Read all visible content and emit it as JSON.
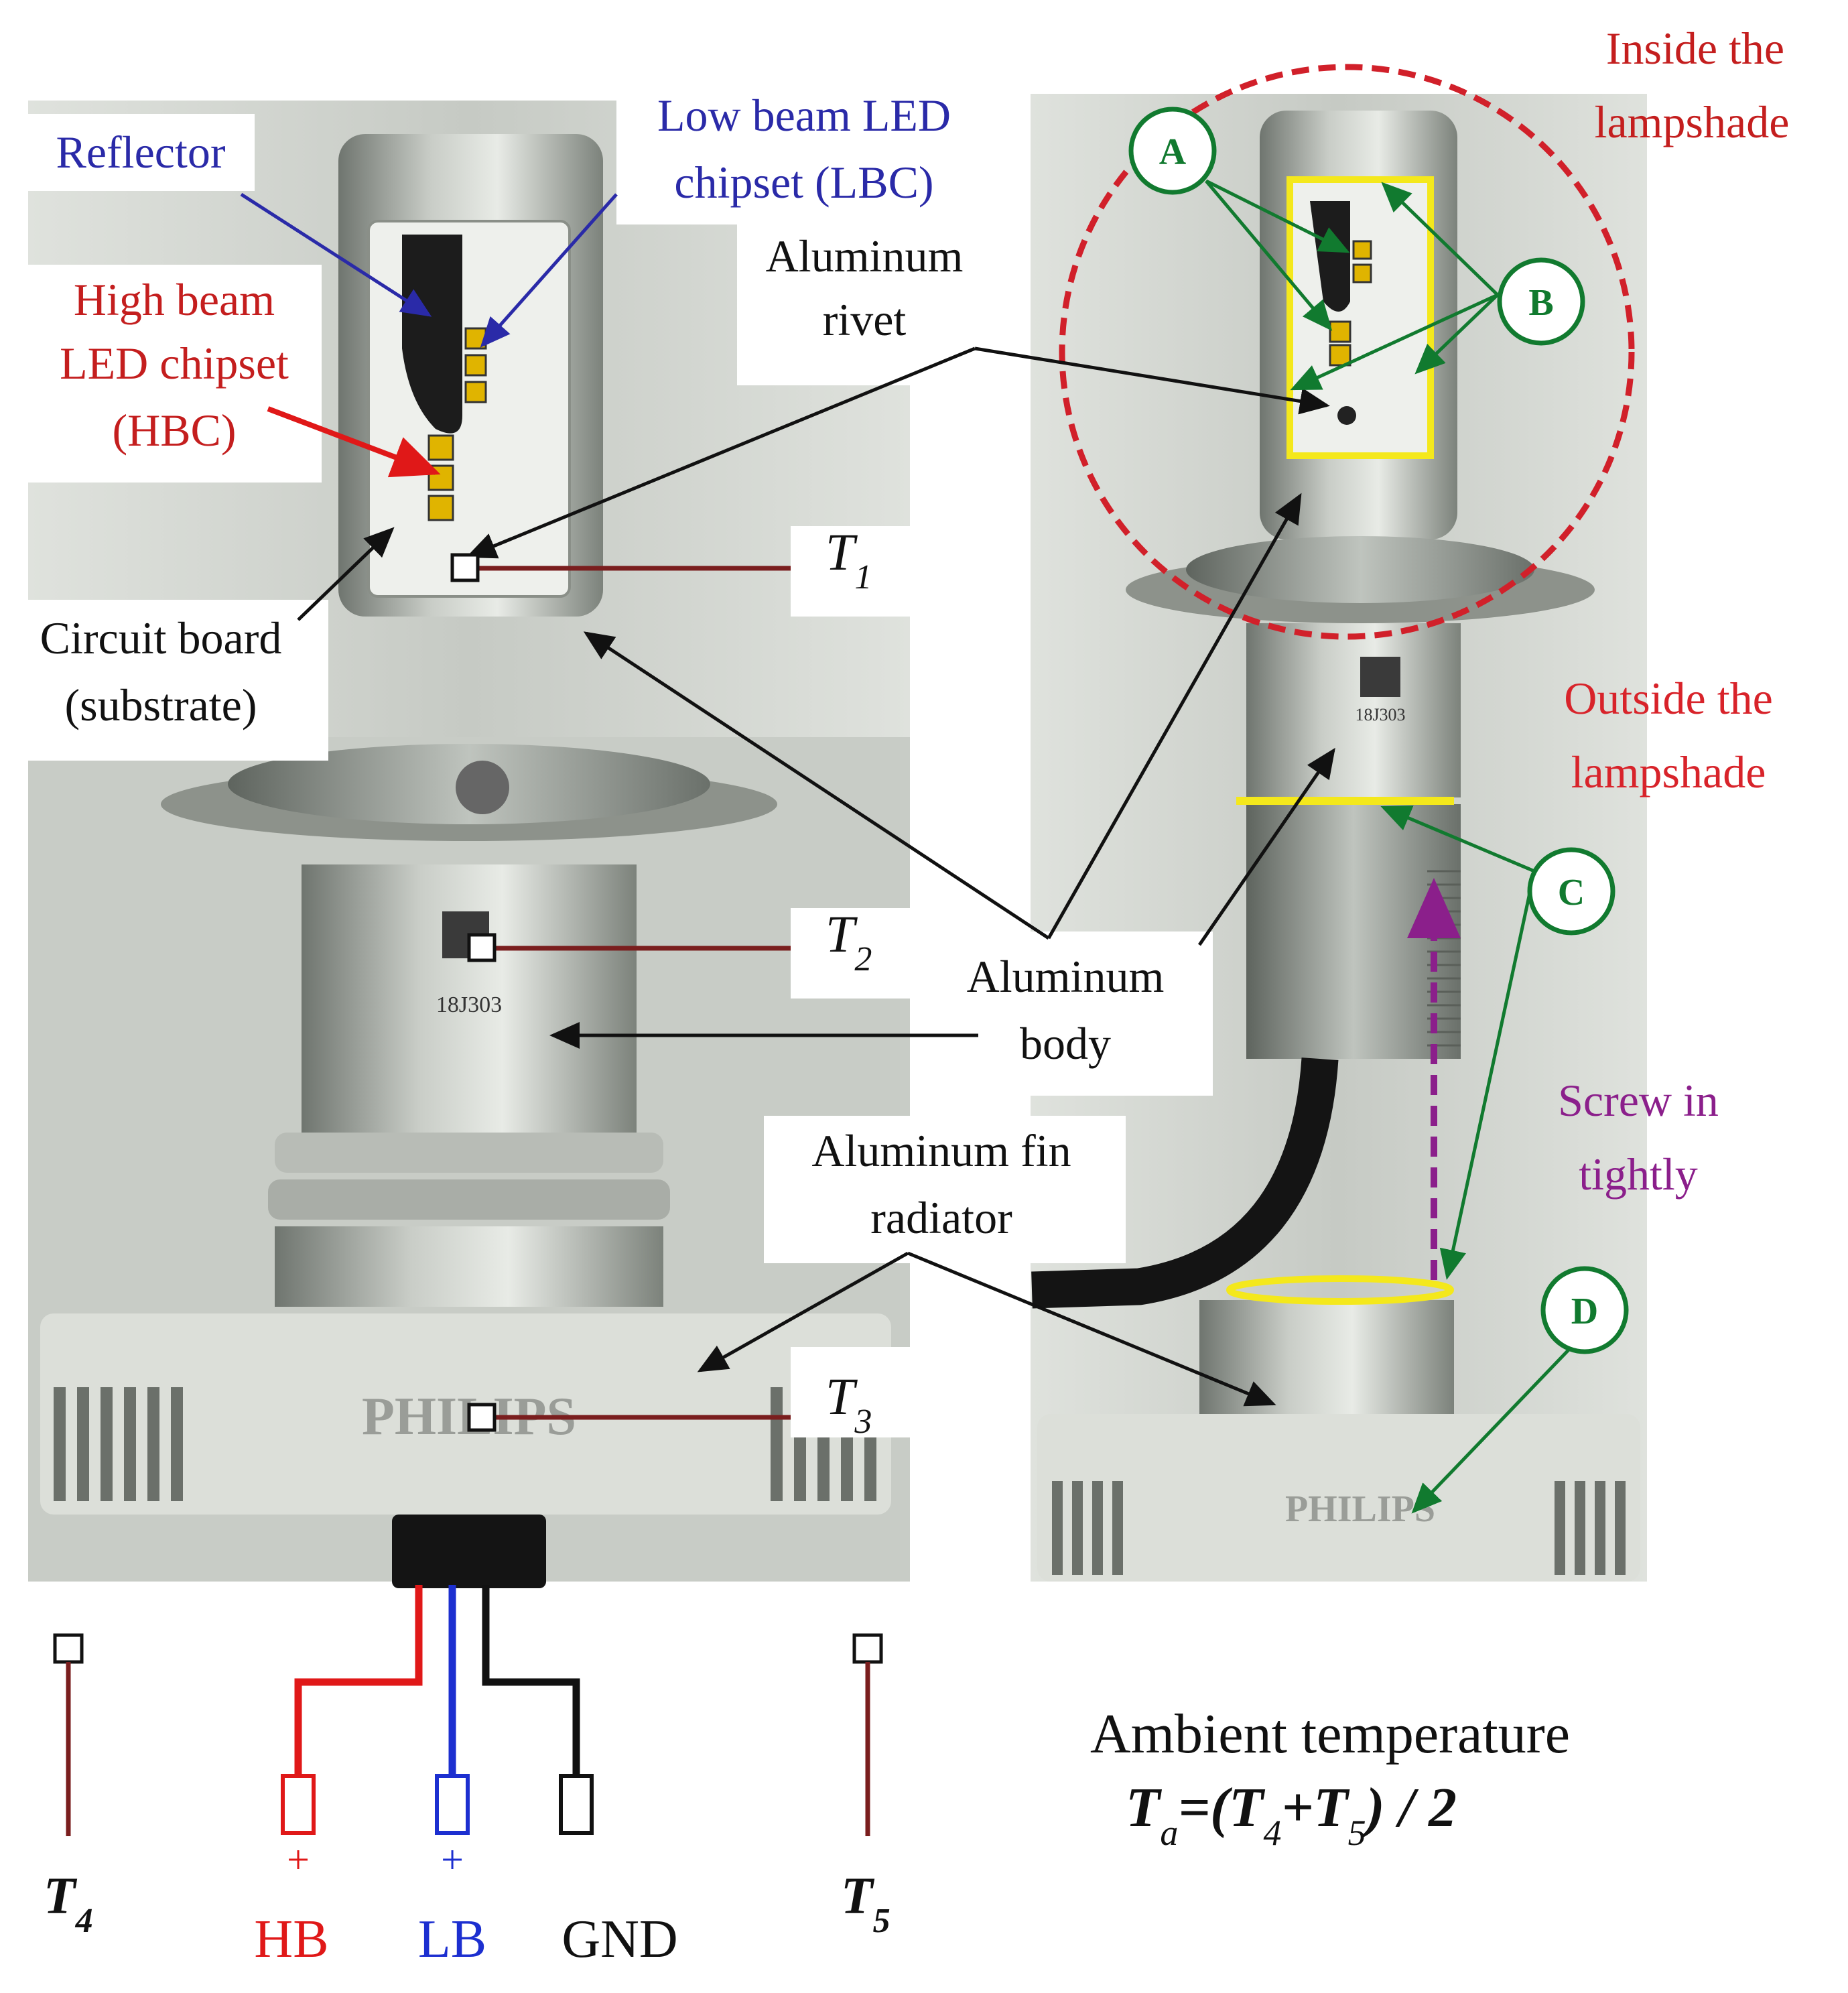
{
  "labels": {
    "reflector": "Reflector",
    "lbc_line1": "Low beam LED",
    "lbc_line2": "chipset (LBC)",
    "hbc_line1": "High beam",
    "hbc_line2": "LED chipset",
    "hbc_line3": "(HBC)",
    "rivet_line1": "Aluminum",
    "rivet_line2": "rivet",
    "circuit_line1": "Circuit board",
    "circuit_line2": "(substrate)",
    "body_line1": "Aluminum",
    "body_line2": "body",
    "fin_line1": "Aluminum fin",
    "fin_line2": "radiator",
    "inside_line1": "Inside the",
    "inside_line2": "lampshade",
    "outside_line1": "Outside the",
    "outside_line2": "lampshade",
    "screw_line1": "Screw in",
    "screw_line2": "tightly",
    "ambient_title": "Ambient temperature",
    "hb": "HB",
    "lb": "LB",
    "gnd": "GND",
    "plus": "+",
    "brand": "PHILIPS",
    "batch_code": "18J303"
  },
  "sensors": [
    {
      "id": "T1",
      "main": "T",
      "sub": "1"
    },
    {
      "id": "T2",
      "main": "T",
      "sub": "2"
    },
    {
      "id": "T3",
      "main": "T",
      "sub": "3"
    },
    {
      "id": "T4",
      "main": "T",
      "sub": "4"
    },
    {
      "id": "T5",
      "main": "T",
      "sub": "5"
    }
  ],
  "formula": {
    "lhs_main": "T",
    "lhs_sub": "a",
    "eq_open": "=(T",
    "sub4": "4",
    "plus_t": "+T",
    "sub5": "5",
    "close_div": ") / 2"
  },
  "markers": [
    "A",
    "B",
    "C",
    "D"
  ],
  "colors": {
    "blue_label": "#2a2aa8",
    "red_label": "#c41e1e",
    "green_marker": "#117a2f",
    "yellow_highlight": "#f4e81c",
    "purple_arrow": "#8b1f8b",
    "sensor_line": "#7a1e1e",
    "wire_hb": "#e01818",
    "wire_lb": "#1c2fd0",
    "wire_gnd": "#111111"
  }
}
